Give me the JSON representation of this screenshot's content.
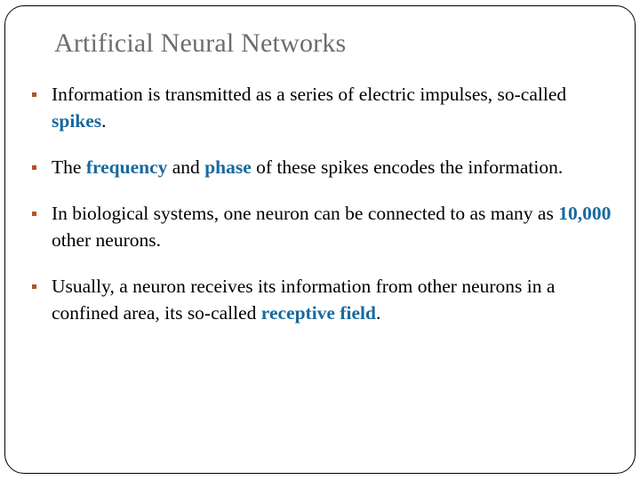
{
  "slide": {
    "title": "Artificial Neural Networks",
    "title_color": "#6d6d6d",
    "accent_color": "#19699f",
    "bullet_color": "#b5512c",
    "border_color": "#000000",
    "background_color": "#ffffff",
    "bullets": [
      {
        "marker": "square-bullet",
        "segments": [
          {
            "text": "Information is transmitted as a series of electric impulses, so-called ",
            "emphasis": false
          },
          {
            "text": "spikes",
            "emphasis": true
          },
          {
            "text": ".",
            "emphasis": false
          }
        ],
        "plain": "Information is transmitted as a series of electric impulses, so-called spikes."
      },
      {
        "marker": "square-bullet",
        "segments": [
          {
            "text": "The ",
            "emphasis": false
          },
          {
            "text": "frequency",
            "emphasis": true
          },
          {
            "text": " and ",
            "emphasis": false
          },
          {
            "text": "phase",
            "emphasis": true
          },
          {
            "text": " of these spikes encodes the information.",
            "emphasis": false
          }
        ],
        "plain": "The frequency and phase of these spikes encodes the information."
      },
      {
        "marker": "square-bullet",
        "segments": [
          {
            "text": "In biological systems, one neuron can be connected to as many as ",
            "emphasis": false
          },
          {
            "text": "10,000",
            "emphasis": true
          },
          {
            "text": " other neurons.",
            "emphasis": false
          }
        ],
        "plain": "In biological systems, one neuron can be connected to as many as 10,000 other neurons."
      },
      {
        "marker": "square-bullet",
        "segments": [
          {
            "text": "Usually, a neuron receives its information from other neurons in a confined area, its so-called ",
            "emphasis": false
          },
          {
            "text": "receptive field",
            "emphasis": true
          },
          {
            "text": ".",
            "emphasis": false
          }
        ],
        "plain": "Usually, a neuron receives its information from other neurons in a confined area, its so-called receptive field."
      }
    ]
  }
}
